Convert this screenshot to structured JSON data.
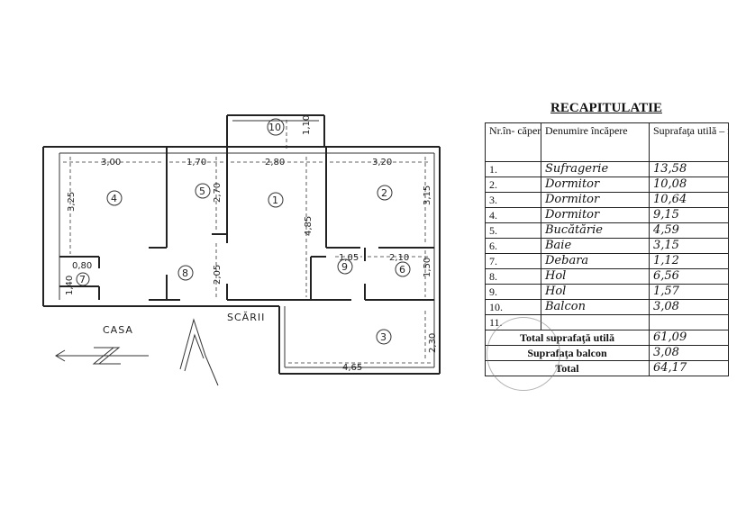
{
  "plan": {
    "dims": {
      "d300": "3,00",
      "d170": "1,70",
      "d280": "2,80",
      "d320": "3,20",
      "d325": "3,25",
      "d270": "2,70",
      "d485": "4,85",
      "d315": "3,15",
      "d110": "1,10",
      "d105": "1,05",
      "d210": "2,10",
      "d150": "1,50",
      "d205": "2,05",
      "d080": "0,80",
      "d140": "1,40",
      "d230": "2,30",
      "d465": "4,65"
    },
    "rooms": [
      "1",
      "2",
      "3",
      "4",
      "5",
      "6",
      "7",
      "8",
      "9",
      "10"
    ],
    "labels": {
      "casa": "CASA",
      "scari": "SCĂRII"
    },
    "icons": [
      "north-arrow-icon",
      "stair-arrow-icon"
    ]
  },
  "recap": {
    "title": "RECAPITULATIE",
    "headers": [
      "Nr.în- căpere",
      "Denumire încăpere",
      "Suprafaţa utilă – mp"
    ],
    "rows": [
      [
        "1.",
        "Sufragerie",
        "13,58"
      ],
      [
        "2.",
        "Dormitor",
        "10,08"
      ],
      [
        "3.",
        "Dormitor",
        "10,64"
      ],
      [
        "4.",
        "Dormitor",
        "9,15"
      ],
      [
        "5.",
        "Bucătărie",
        "4,59"
      ],
      [
        "6.",
        "Baie",
        "3,15"
      ],
      [
        "7.",
        "Debara",
        "1,12"
      ],
      [
        "8.",
        "Hol",
        "6,56"
      ],
      [
        "9.",
        "Hol",
        "1,57"
      ],
      [
        "10.",
        "Balcon",
        "3,08"
      ],
      [
        "11.",
        "",
        ""
      ]
    ],
    "totals": [
      [
        "Total suprafaţă utilă",
        "61,09"
      ],
      [
        "Suprafaţa balcon",
        "3,08"
      ],
      [
        "Total",
        "64,17"
      ]
    ]
  }
}
